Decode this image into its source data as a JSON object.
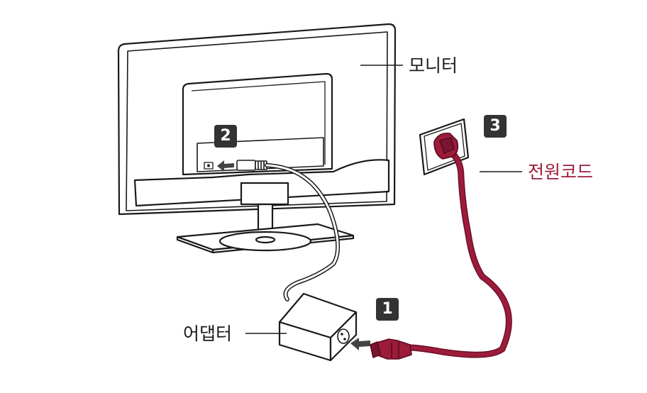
{
  "labels": {
    "monitor": "모니터",
    "power_cord": "전원코드",
    "adapter": "어댑터"
  },
  "steps": [
    "1",
    "2",
    "3"
  ],
  "colors": {
    "outline": "#1a1a1a",
    "cord": "#9c1c3a",
    "cord_dark": "#6e0f28",
    "badge": "#333333",
    "panel_fill": "#ffffff"
  }
}
